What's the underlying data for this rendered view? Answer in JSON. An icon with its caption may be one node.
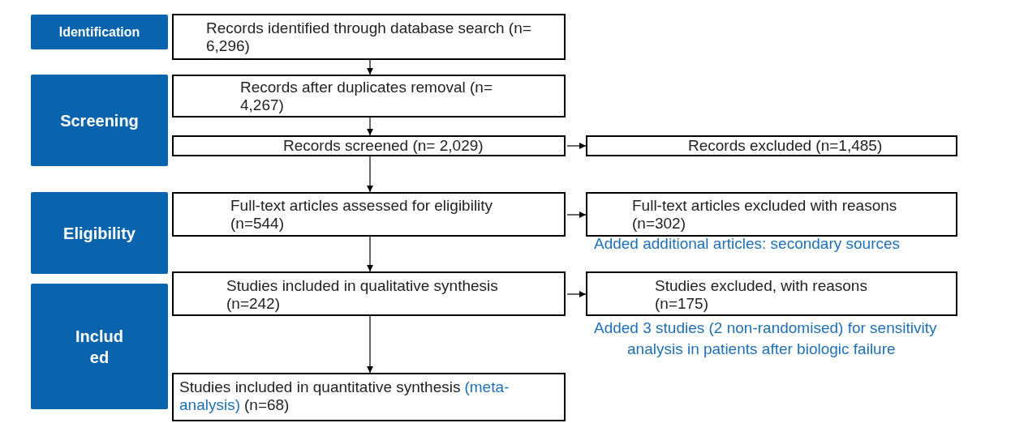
{
  "diagram": {
    "nodes": [
      {
        "text": [
          "Identification"
        ]
      },
      {
        "text": [
          "Screening"
        ]
      },
      {
        "text": [
          "Eligibility"
        ]
      },
      {
        "text": [
          "Includ ed"
        ]
      },
      {
        "text": [
          "Records identified through database search (n= 6,296)"
        ]
      },
      {
        "text": [
          "Records after duplicates removal (n= 4,267)"
        ]
      },
      {
        "text": [
          "Records screened (n= 2,029)"
        ]
      },
      {
        "text": [
          "Records excluded (n=1,485)"
        ]
      },
      {
        "text": [
          "Full-text articles assessed for eligibility (n=544)"
        ]
      },
      {
        "text": [
          "Full-text articles excluded with reasons (n=302)"
        ],
        "beside": [
          "Added additional articles: secondary sources"
        ]
      },
      {
        "text": [
          "Studies included in qualitative synthesis (n=242)"
        ]
      },
      {
        "text": [
          "Studies excluded, with reasons (n=175)"
        ],
        "beside": [
          "Added 3 studies (2 non-randomised) for sensitivity analysis in patients after biologic failure"
        ]
      },
      {
        "text": [
          "Studies included in quantitative synthesis",
          "(meta-analysis)",
          "(n=68)"
        ]
      }
    ],
    "edges": [
      {
        "from": 4,
        "to": 5,
        "arrow": "to"
      },
      {
        "from": 5,
        "to": 6,
        "arrow": "to"
      },
      {
        "from": 6,
        "to": 7,
        "arrow": "to"
      },
      {
        "from": 6,
        "to": 8,
        "arrow": "to"
      },
      {
        "from": 8,
        "to": 9,
        "arrow": "to"
      },
      {
        "from": 8,
        "to": 10,
        "arrow": "to"
      },
      {
        "from": 10,
        "to": 11,
        "arrow": "to"
      },
      {
        "from": 10,
        "to": 12,
        "arrow": "to"
      }
    ]
  }
}
